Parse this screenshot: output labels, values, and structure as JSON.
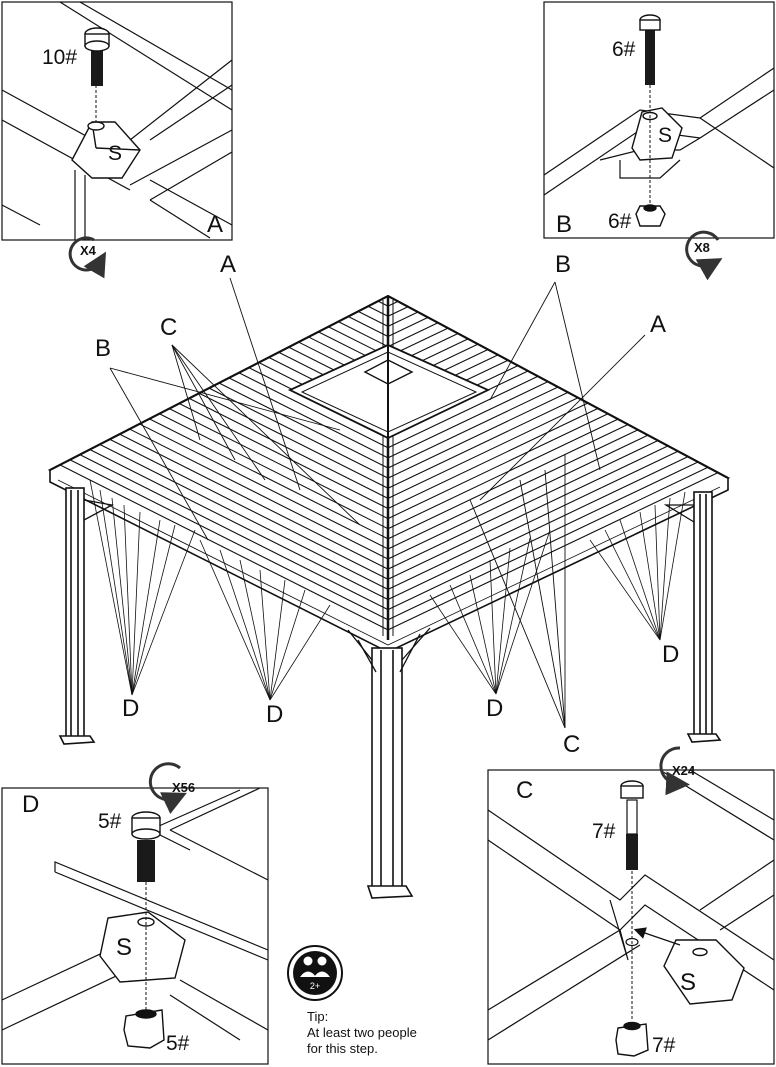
{
  "main_labels": {
    "a_left": "A",
    "a_right": "A",
    "b_left": "B",
    "b_right": "B",
    "c_left": "C",
    "c_right": "C",
    "d_1": "D",
    "d_2": "D",
    "d_3": "D",
    "d_4": "D"
  },
  "detail_a": {
    "letter": "A",
    "screw": "10#",
    "block": "S",
    "count": "X4"
  },
  "detail_b": {
    "letter": "B",
    "screw": "6#",
    "block": "S",
    "nut": "6#",
    "count": "X8"
  },
  "detail_c": {
    "letter": "C",
    "screw": "7#",
    "block": "S",
    "nut": "7#",
    "count": "X24"
  },
  "detail_d": {
    "letter": "D",
    "screw": "5#",
    "block": "S",
    "nut": "5#",
    "count": "X56"
  },
  "tip": {
    "badge": "2+",
    "title": "Tip:",
    "line1": "At least two people",
    "line2": "for this step."
  },
  "icons": [
    "rotate-arrow-icon",
    "two-people-icon"
  ],
  "colors": {
    "ink": "#111111",
    "paper": "#ffffff",
    "bolt_body": "#1a1a1a"
  }
}
